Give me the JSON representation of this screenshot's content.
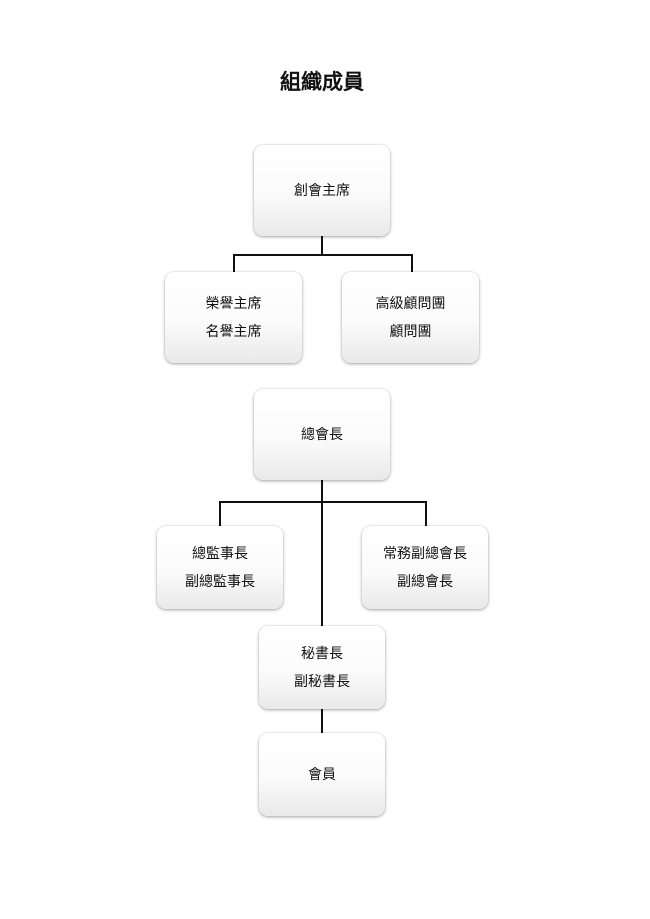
{
  "title": "組織成員",
  "nodes": {
    "founder": {
      "lines": [
        "創會主席"
      ]
    },
    "honorary": {
      "lines": [
        "榮譽主席",
        "名譽主席"
      ]
    },
    "advisors": {
      "lines": [
        "高級顧問團",
        "顧問團"
      ]
    },
    "president": {
      "lines": [
        "總會長"
      ]
    },
    "supervisors": {
      "lines": [
        "總監事長",
        "副總監事長"
      ]
    },
    "vice_presidents": {
      "lines": [
        "常務副總會長",
        "副總會長"
      ]
    },
    "secretary": {
      "lines": [
        "秘書長",
        "副秘書長"
      ]
    },
    "members": {
      "lines": [
        "會員"
      ]
    }
  }
}
